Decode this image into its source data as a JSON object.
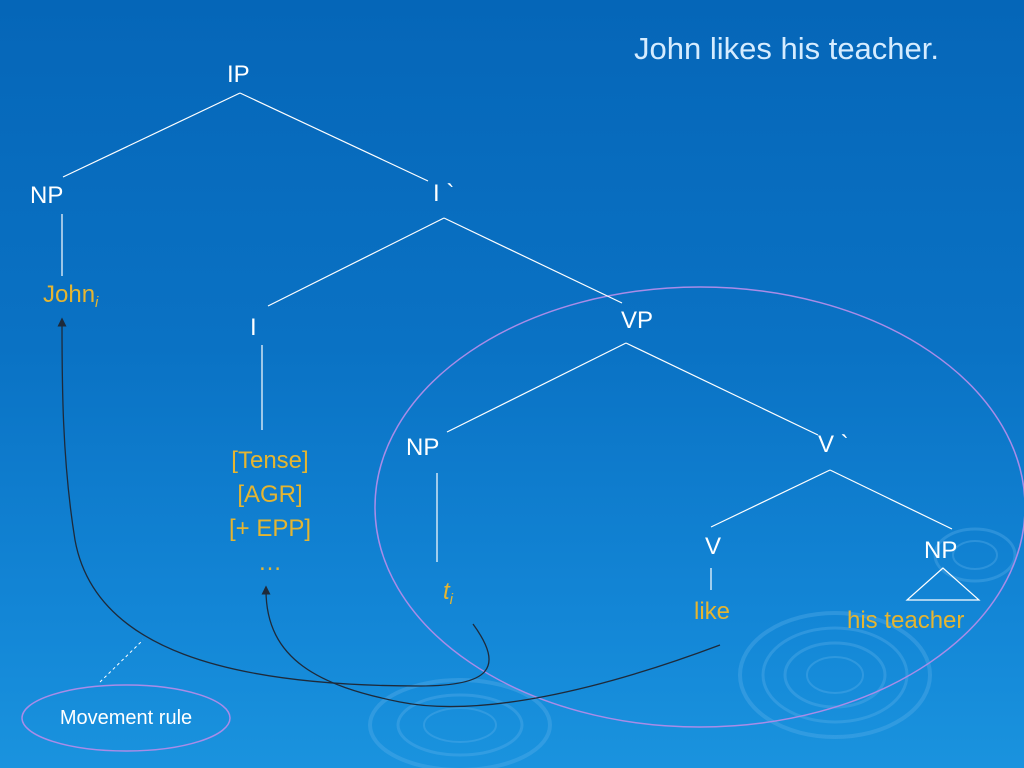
{
  "title": "John likes his teacher.",
  "tree": {
    "ip": "IP",
    "np_subject": "NP",
    "i_bar": "I `",
    "i_head": "I",
    "vp": "VP",
    "np_spec": "NP",
    "v_bar": "V `",
    "v_head": "V",
    "np_object": "NP"
  },
  "leaves": {
    "john": "John",
    "john_index": "i",
    "features": [
      "[Tense]",
      "[AGR]",
      "[+ EPP]",
      "…"
    ],
    "trace": "t",
    "trace_index": "i",
    "like": "like",
    "his_teacher": "his teacher"
  },
  "annotation": {
    "movement_rule": "Movement rule"
  },
  "colors": {
    "background_top": "#0566b8",
    "background_bottom": "#1a93de",
    "node_text": "#ffffff",
    "leaf_text": "#e5b530",
    "title_text": "#d5ecff",
    "branch_line": "#ffffff",
    "vp_circle": "#a98ce8",
    "movement_arrow": "#1e2a3a"
  }
}
